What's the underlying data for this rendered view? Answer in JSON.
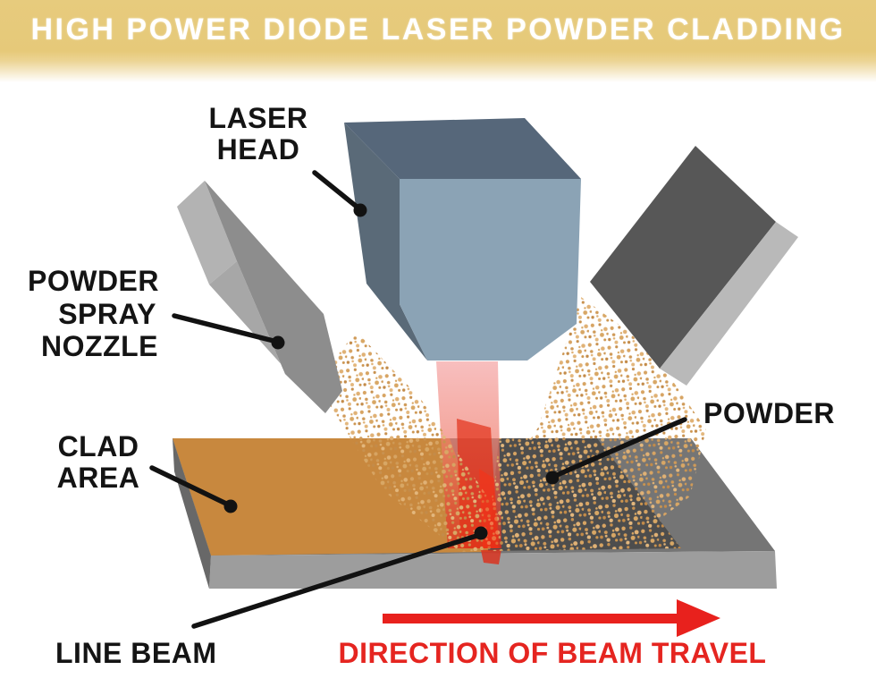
{
  "banner": {
    "title": "HIGH POWER DIODE LASER POWDER CLADDING",
    "background_color": "#e6c979",
    "text_color": "#ffffff"
  },
  "diagram": {
    "labels": {
      "laser_head": {
        "lines": [
          "LASER",
          "HEAD"
        ]
      },
      "powder_spray_nozzle": {
        "lines": [
          "POWDER",
          "SPRAY",
          "NOZZLE"
        ]
      },
      "clad_area": {
        "lines": [
          "CLAD",
          "AREA"
        ]
      },
      "powder": "POWDER",
      "line_beam": "LINE BEAM",
      "direction_of_beam_travel": "DIRECTION OF BEAM TRAVEL"
    },
    "colors": {
      "label_text": "#141414",
      "direction_text": "#e52520",
      "direction_arrow": "#e8211d",
      "laser_beam_red": "#e23018",
      "clad_surface_orange": "#c8883e",
      "substrate_top_gray": "#757575",
      "substrate_front_gray": "#9d9d9d",
      "powder_tan": "#d7a463",
      "laser_head_front": "#8ba3b5",
      "laser_head_top": "#56677a",
      "nozzle_left_gray": "#8d8d8d",
      "nozzle_right_gray": "#575757"
    }
  }
}
